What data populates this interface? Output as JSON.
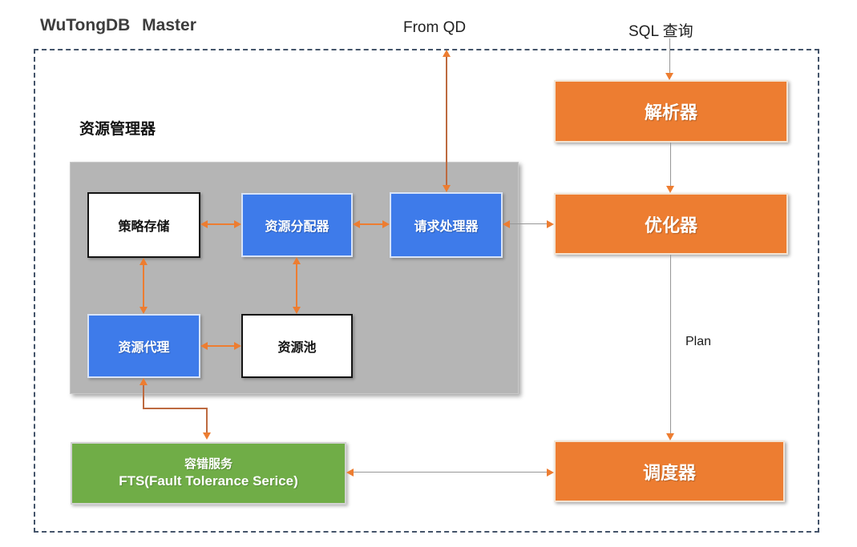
{
  "header": {
    "title": "WuTongDB Master",
    "from_qd_label": "From QD",
    "sql_query_label": "SQL 查询"
  },
  "labels": {
    "resource_manager": "资源管理器",
    "plan": "Plan"
  },
  "boxes": {
    "parser": "解析器",
    "optimizer": "优化器",
    "scheduler": "调度器",
    "policy_store": "策略存储",
    "resource_allocator": "资源分配器",
    "request_handler": "请求处理器",
    "resource_agent": "资源代理",
    "resource_pool": "资源池",
    "fts_line1": "容错服务",
    "fts_line2": "FTS(Fault Tolerance Serice)"
  },
  "colors": {
    "orange_node": "#ED7D31",
    "blue_node": "#3E7BEA",
    "green_node": "#70AD47",
    "gray_container": "#b5b5b5",
    "dashed_border": "#44546a",
    "arrow": "#ED7D31"
  }
}
